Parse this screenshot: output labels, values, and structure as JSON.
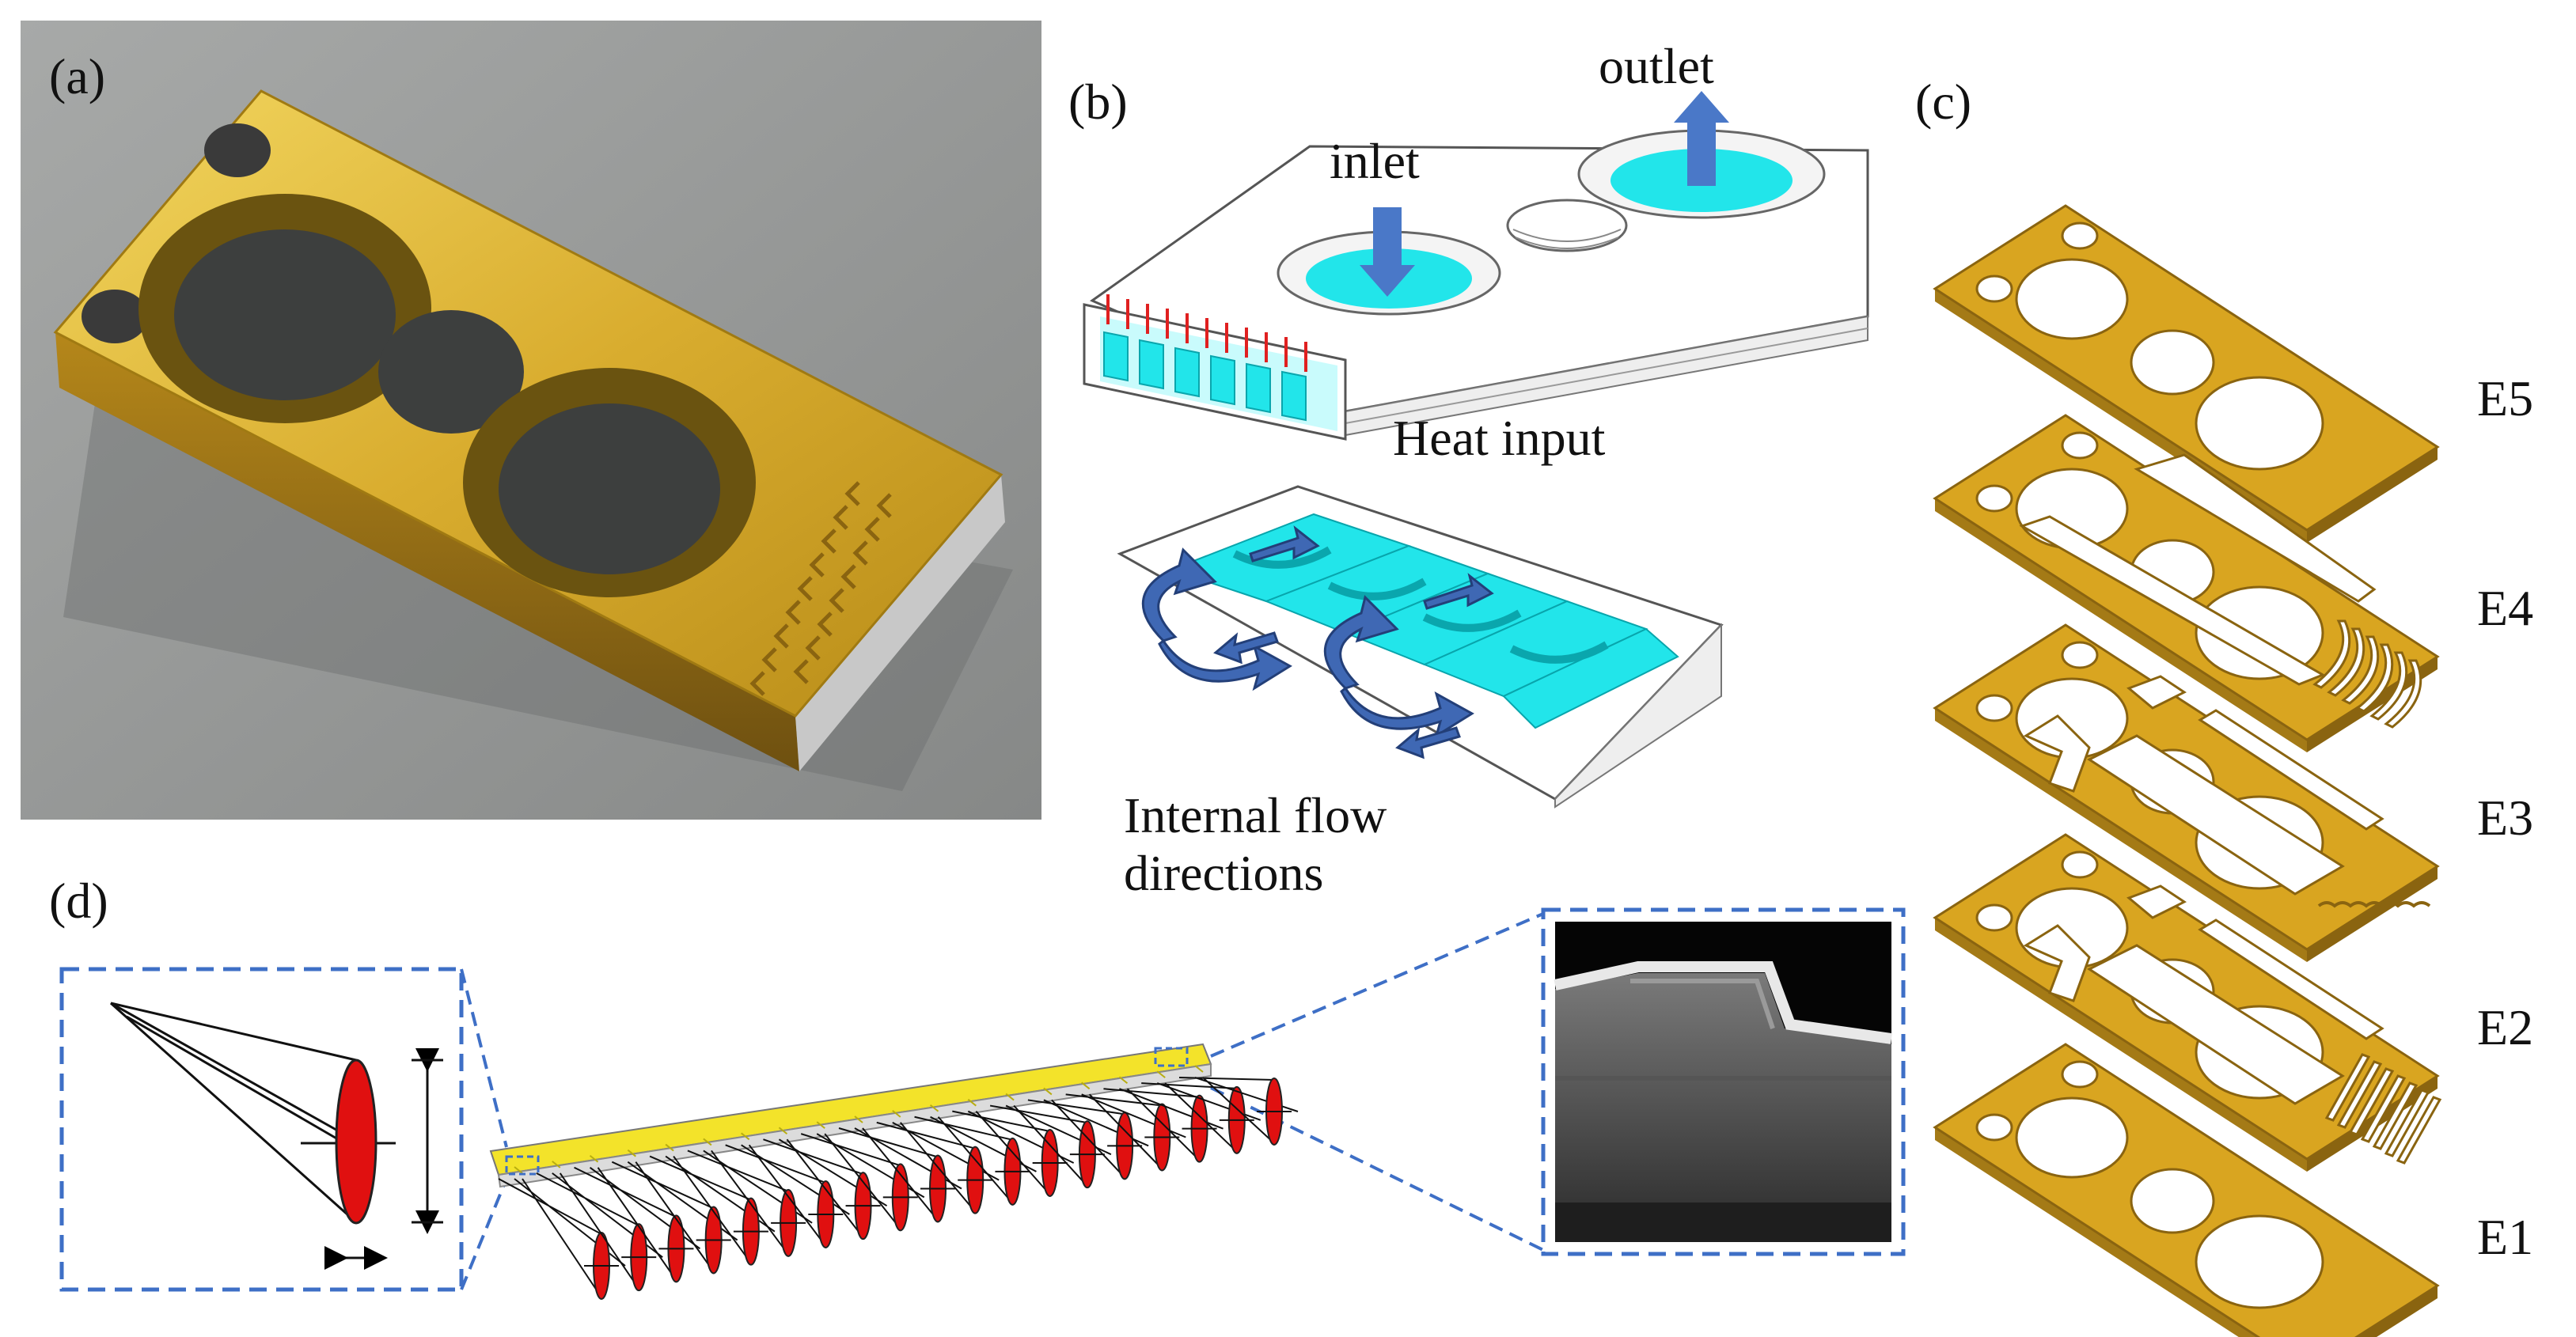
{
  "panels": {
    "a": {
      "label": "(a)"
    },
    "b": {
      "label": "(b)",
      "inlet": "inlet",
      "outlet": "outlet",
      "heat_input": "Heat input",
      "flow_line1": "Internal flow",
      "flow_line2": "directions"
    },
    "c": {
      "label": "(c)",
      "layers": [
        "E5",
        "E4",
        "E3",
        "E2",
        "E1"
      ]
    },
    "d": {
      "label": "(d)",
      "emitter_count": 19
    }
  },
  "colors": {
    "gold": "#d9a520",
    "gold_edge": "#8a6410",
    "cyan": "#22e5ea",
    "arrow_blue": "#4a78c8",
    "heat_red": "#e02020",
    "bar_yellow": "#f3e32a",
    "lens_red": "#e01010",
    "dashed_blue": "#3e6fc6"
  }
}
